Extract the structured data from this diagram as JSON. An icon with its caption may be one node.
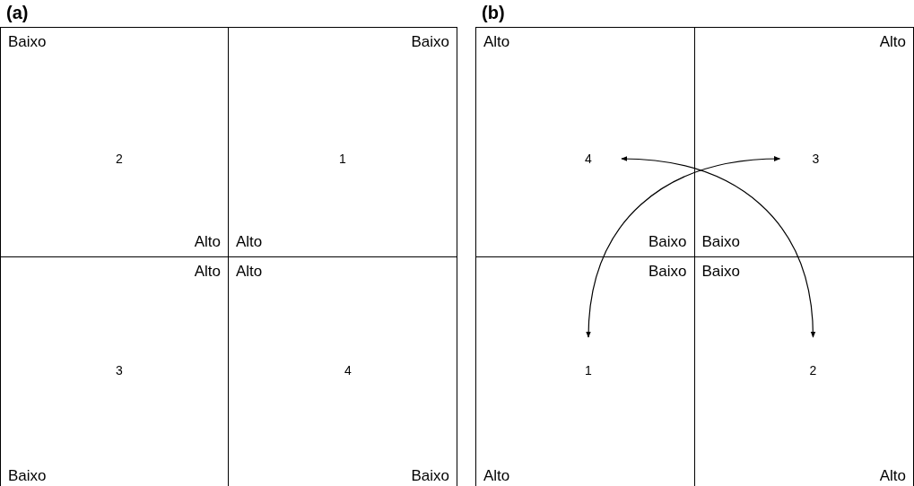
{
  "diagram": {
    "nodes": [
      {
        "text": [
          "(a)"
        ]
      },
      {
        "text": [
          "Baixo",
          "Alto"
        ],
        "in": 0
      },
      {
        "text": [
          "2"
        ],
        "in": 1
      },
      {
        "text": [
          "Baixo",
          "Alto"
        ],
        "in": 0
      },
      {
        "text": [
          "1"
        ],
        "in": 3
      },
      {
        "text": [
          "Alto",
          "Baixo"
        ],
        "in": 0
      },
      {
        "text": [
          "3"
        ],
        "in": 5
      },
      {
        "text": [
          "Alto",
          "Baixo"
        ],
        "in": 0
      },
      {
        "text": [
          "4"
        ],
        "in": 7
      },
      {
        "text": [
          "(b)"
        ]
      },
      {
        "text": [
          "Alto",
          "Baixo"
        ],
        "in": 9
      },
      {
        "text": [
          "4"
        ],
        "in": 10
      },
      {
        "text": [
          "Alto",
          "Baixo"
        ],
        "in": 9
      },
      {
        "text": [
          "3"
        ],
        "in": 12
      },
      {
        "text": [
          "Baixo",
          "Alto"
        ],
        "in": 9
      },
      {
        "text": [
          "1"
        ],
        "in": 14
      },
      {
        "text": [
          "Baixo",
          "Alto"
        ],
        "in": 9
      },
      {
        "text": [
          "2"
        ],
        "in": 16
      }
    ],
    "edges": [
      {
        "from": 15,
        "to": 13,
        "arrow": "both"
      },
      {
        "from": 11,
        "to": 17,
        "arrow": "both"
      }
    ]
  }
}
